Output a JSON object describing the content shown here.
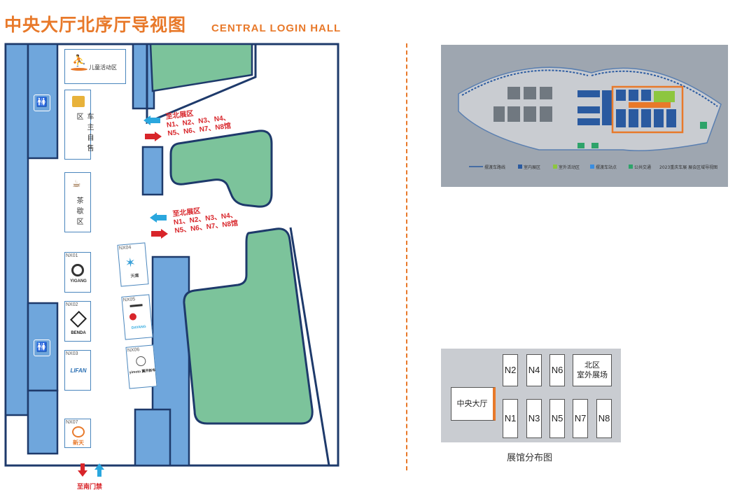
{
  "header": {
    "title_cn": "中央大厅北序厅导视图",
    "title_en": "CENTRAL LOGIN HALL"
  },
  "floorplan": {
    "zones": {
      "kids_area": "儿童活动区",
      "self_service": "车主自售区",
      "tea_area": "茶歇区"
    },
    "directions": {
      "north_1": {
        "title": "至北展区",
        "line1": "N1、N2、N3、N4、",
        "line2": "N5、N6、N7、N8馆"
      },
      "north_2": {
        "title": "至北展区",
        "line1": "N1、N2、N3、N4、",
        "line2": "N5、N6、N7、N8馆"
      },
      "south_gate": "至南门禁"
    },
    "booths": [
      {
        "code": "NX01",
        "brand": "YIGANG"
      },
      {
        "code": "NX02",
        "brand": "BENDA"
      },
      {
        "code": "NX03",
        "brand": "LIFAN"
      },
      {
        "code": "NX04",
        "brand": "天鹰"
      },
      {
        "code": "NX05",
        "brand": "DAYANG"
      },
      {
        "code": "NX06",
        "brand": "yimoto 翼开新车"
      },
      {
        "code": "NX07",
        "brand": "新天"
      }
    ],
    "colors": {
      "title": "#e8792a",
      "wall": "#1e3a6b",
      "blue_block": "#6fa6dc",
      "green_block": "#7cc39b",
      "arrow_red": "#d8252a",
      "arrow_blue": "#2aa7de"
    }
  },
  "overview_map": {
    "legend": {
      "shuttle_route": "摆渡车路线",
      "indoor": "室内展区",
      "outdoor": "室外活动区",
      "shuttle_stop": "摆渡车站点",
      "transit": "公共交通"
    },
    "caption": "2023重庆车展 展会区域导视图"
  },
  "hall_layout": {
    "central_hall": "中央大厅",
    "halls": [
      "N1",
      "N2",
      "N3",
      "N4",
      "N5",
      "N6",
      "N7",
      "N8"
    ],
    "north_outdoor": "北区\n室外展场",
    "caption": "展馆分布图"
  }
}
